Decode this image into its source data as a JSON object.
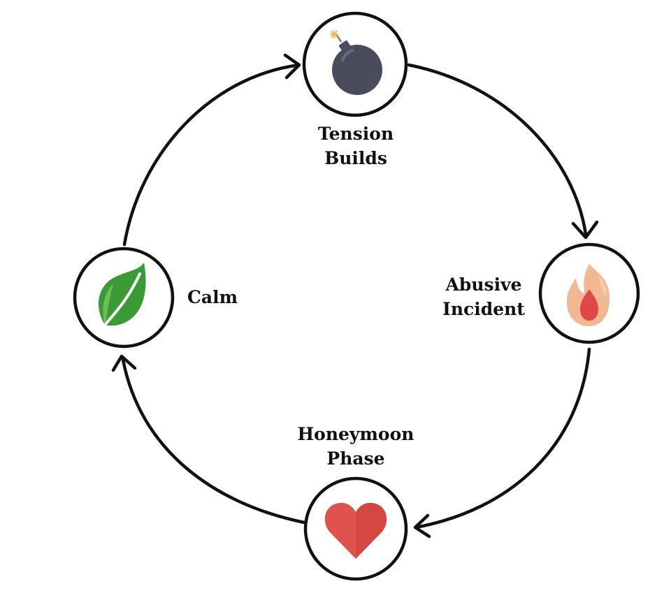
{
  "diagram": {
    "stages": [
      {
        "id": "tension",
        "line1": "Tension",
        "line2": "Builds",
        "icon": "bomb-icon"
      },
      {
        "id": "abusive",
        "line1": "Abusive",
        "line2": "Incident",
        "icon": "fire-icon"
      },
      {
        "id": "honeymoon",
        "line1": "Honeymoon",
        "line2": "Phase",
        "icon": "heart-icon"
      },
      {
        "id": "calm",
        "line1": "Calm",
        "line2": "",
        "icon": "leaf-icon"
      }
    ],
    "colors": {
      "line": "#111111",
      "bomb": "#4a4b5c",
      "fire_outer": "#f2b893",
      "fire_inner": "#e04848",
      "heart": "#e0524d",
      "leaf": "#3a9a35"
    }
  }
}
